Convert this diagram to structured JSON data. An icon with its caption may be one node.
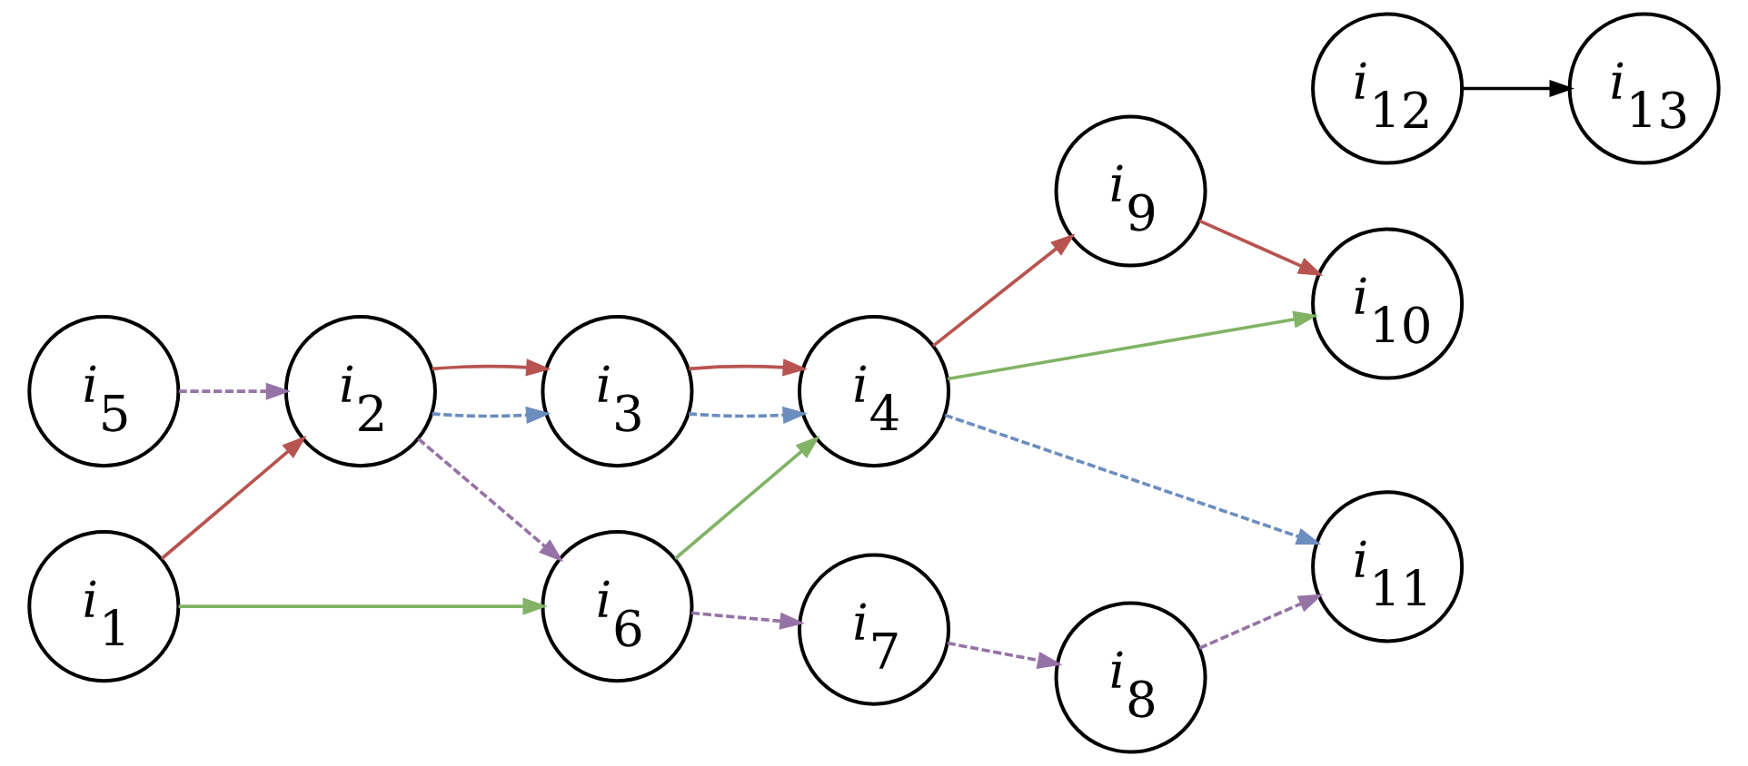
{
  "diagram": {
    "nodes": [
      {
        "text": [
          "*i*$_{1}$"
        ]
      },
      {
        "text": [
          "*i*$_{2}$"
        ]
      },
      {
        "text": [
          "*i*$_{3}$"
        ]
      },
      {
        "text": [
          "*i*$_{4}$"
        ]
      },
      {
        "text": [
          "*i*$_{5}$"
        ]
      },
      {
        "text": [
          "*i*$_{6}$"
        ]
      },
      {
        "text": [
          "*i*$_{7}$"
        ]
      },
      {
        "text": [
          "*i*$_{8}$"
        ]
      },
      {
        "text": [
          "*i*$_{9}$"
        ]
      },
      {
        "text": [
          "*i*$_{10}$"
        ]
      },
      {
        "text": [
          "*i*$_{11}$"
        ]
      },
      {
        "text": [
          "*i*$_{12}$"
        ]
      },
      {
        "text": [
          "*i*$_{13}$"
        ]
      }
    ],
    "edges": [
      {
        "from": 0,
        "to": 1,
        "arrow": "to",
        "color": "#b85450"
      },
      {
        "from": 1,
        "to": 2,
        "arrow": "to",
        "style": "dashed",
        "color": "#6c8ebf"
      },
      {
        "from": 1,
        "to": 2,
        "arrow": "to",
        "color": "#b85450"
      },
      {
        "from": 2,
        "to": 3,
        "arrow": "to",
        "style": "dashed",
        "color": "#6c8ebf"
      },
      {
        "from": 2,
        "to": 3,
        "arrow": "to",
        "color": "#b85450"
      },
      {
        "from": 3,
        "to": 8,
        "arrow": "to",
        "color": "#b85450"
      },
      {
        "from": 8,
        "to": 9,
        "arrow": "to",
        "color": "#b85450"
      },
      {
        "from": 3,
        "to": 9,
        "arrow": "to",
        "color": "#82b366"
      },
      {
        "from": 3,
        "to": 10,
        "arrow": "to",
        "style": "dashed",
        "color": "#6c8ebf"
      },
      {
        "from": 4,
        "to": 1,
        "arrow": "to",
        "style": "dashed",
        "color": "#9673a6"
      },
      {
        "from": 1,
        "to": 5,
        "arrow": "to",
        "style": "dashed",
        "color": "#9673a6"
      },
      {
        "from": 0,
        "to": 5,
        "arrow": "to",
        "color": "#82b366"
      },
      {
        "from": 5,
        "to": 3,
        "arrow": "to",
        "color": "#82b366"
      },
      {
        "from": 5,
        "to": 6,
        "arrow": "to",
        "style": "dashed",
        "color": "#9673a6"
      },
      {
        "from": 6,
        "to": 7,
        "arrow": "to",
        "style": "dashed",
        "color": "#9673a6"
      },
      {
        "from": 7,
        "to": 10,
        "arrow": "to",
        "style": "dashed",
        "color": "#9673a6"
      },
      {
        "from": 11,
        "to": 12,
        "arrow": "to",
        "color": "#000000"
      }
    ]
  }
}
